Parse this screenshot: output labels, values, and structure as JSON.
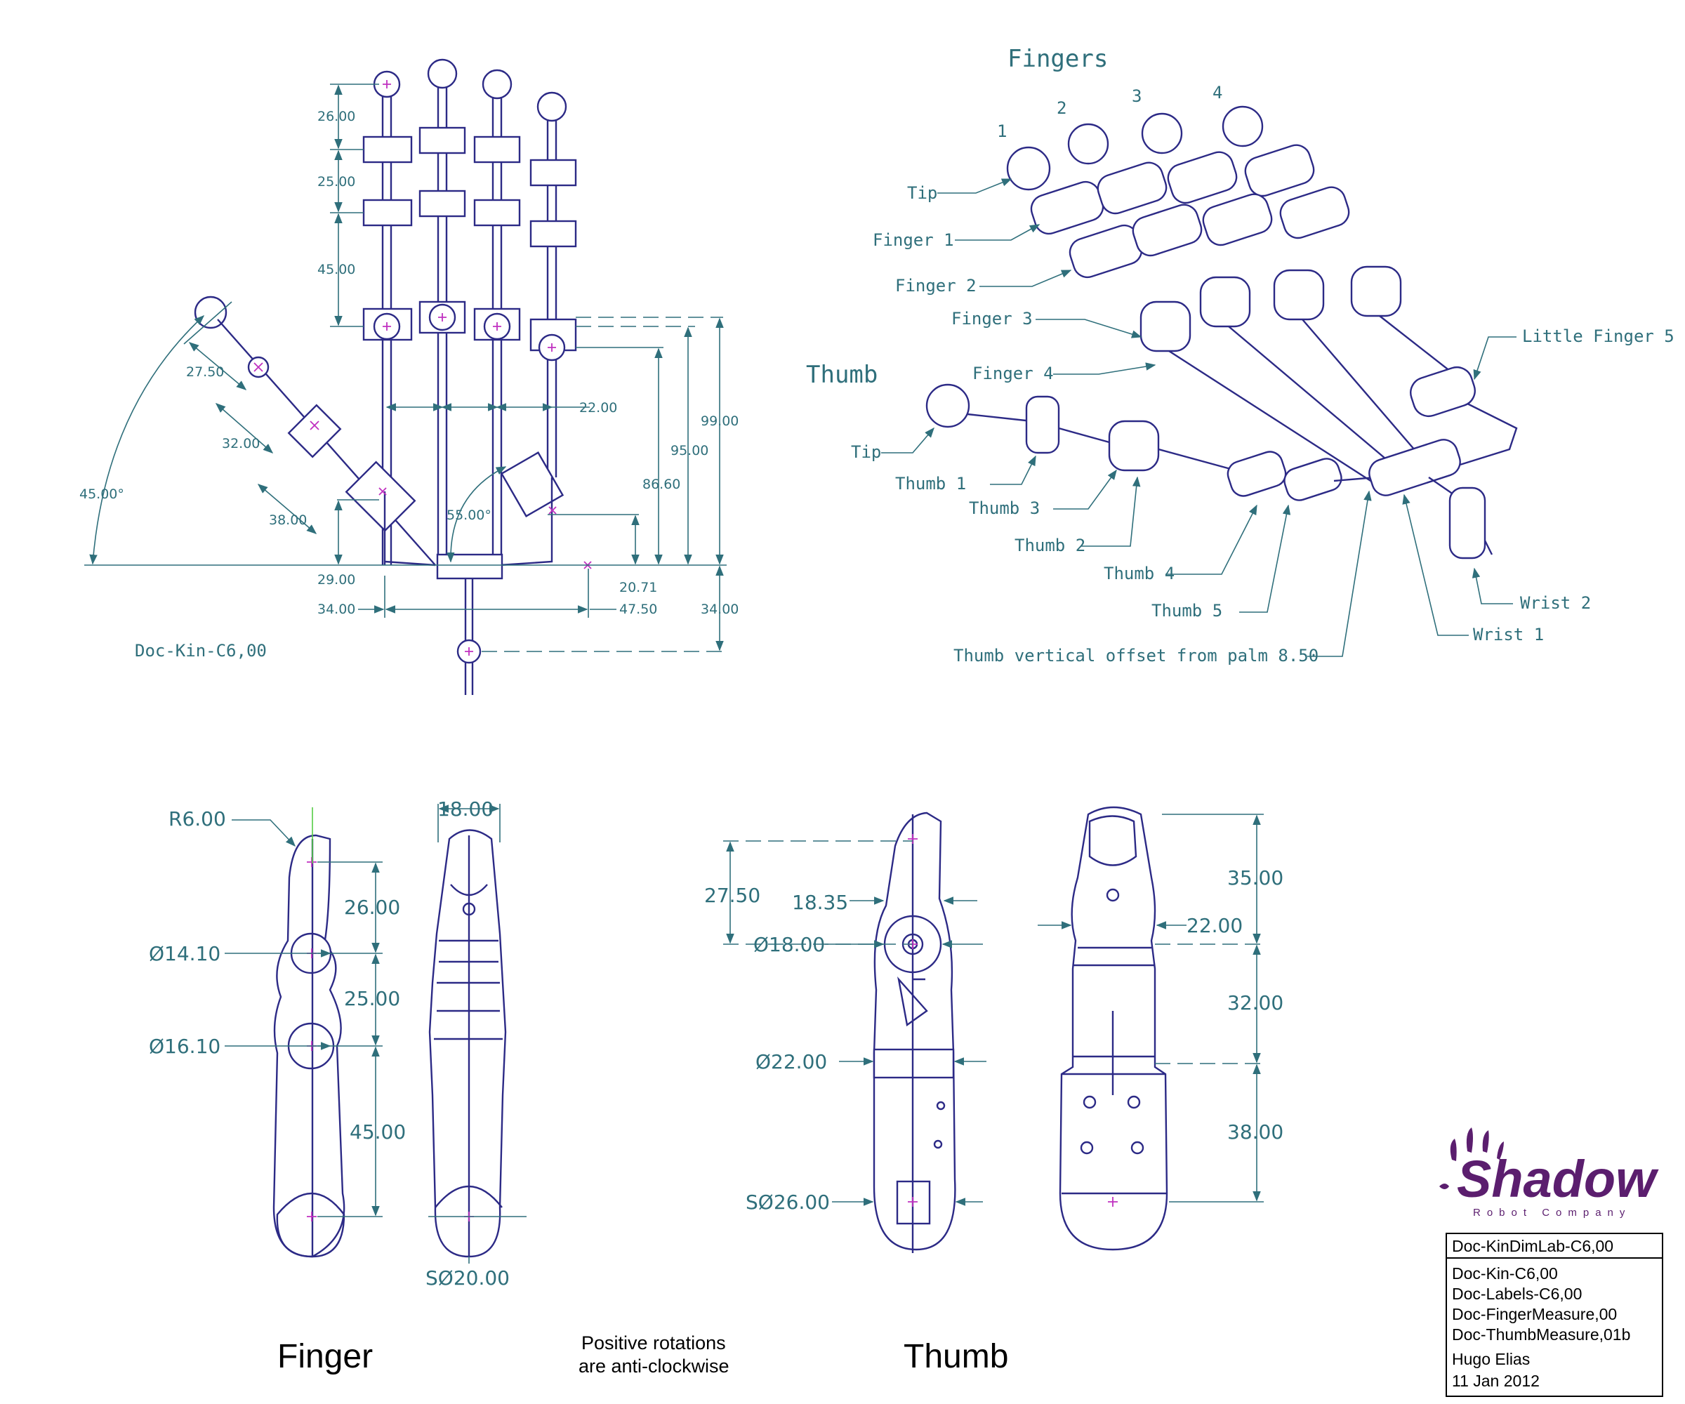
{
  "views": {
    "kin_title": "Doc-Kin-C6,00",
    "fingers_heading": "Fingers",
    "thumb_heading": "Thumb",
    "finger_numbers": [
      "1",
      "2",
      "3",
      "4"
    ],
    "finger_view": "Finger",
    "thumb_view": "Thumb",
    "note_line1": "Positive rotations",
    "note_line2": "are anti-clockwise"
  },
  "hand_dimensions": {
    "d26": "26.00",
    "d25": "25.00",
    "d45": "45.00",
    "d27_50": "27.50",
    "d32": "32.00",
    "d38": "38.00",
    "d29": "29.00",
    "d34_left": "34.00",
    "d22": "22.00",
    "d55deg": "55.00°",
    "d20_71": "20.71",
    "d47_50": "47.50",
    "d86_60": "86.60",
    "d95": "95.00",
    "d99": "99.00",
    "d34_right": "34.00",
    "d45deg": "45.00°"
  },
  "iso_labels": {
    "tip": "Tip",
    "finger1": "Finger 1",
    "finger2": "Finger 2",
    "finger3": "Finger 3",
    "finger4": "Finger 4",
    "little5": "Little Finger 5",
    "thumb_tip": "Tip",
    "thumb1": "Thumb 1",
    "thumb3": "Thumb 3",
    "thumb2": "Thumb 2",
    "thumb4": "Thumb 4",
    "thumb5": "Thumb 5",
    "wrist1": "Wrist 1",
    "wrist2": "Wrist 2",
    "offset": "Thumb vertical offset from palm 8.50"
  },
  "finger_measure": {
    "r6": "R6.00",
    "w18": "18.00",
    "h26": "26.00",
    "d14": "Ø14.10",
    "h25": "25.00",
    "d16": "Ø16.10",
    "h45": "45.00",
    "s20": "SØ20.00"
  },
  "thumb_measure": {
    "h27_50": "27.50",
    "w18_35": "18.35",
    "d18": "Ø18.00",
    "d22": "Ø22.00",
    "s26": "SØ26.00",
    "h35": "35.00",
    "w22": "22.00",
    "h32": "32.00",
    "h38": "38.00"
  },
  "logo": {
    "name": "Shadow",
    "tagline": "Robot Company",
    "color": "#5b1e6e"
  },
  "title_block": {
    "doc_id": "Doc-KinDimLab-C6,00",
    "refs": [
      "Doc-Kin-C6,00",
      "Doc-Labels-C6,00",
      "Doc-FingerMeasure,00",
      "Doc-ThumbMeasure,01b"
    ],
    "author": "Hugo Elias",
    "date": "11 Jan 2012"
  }
}
